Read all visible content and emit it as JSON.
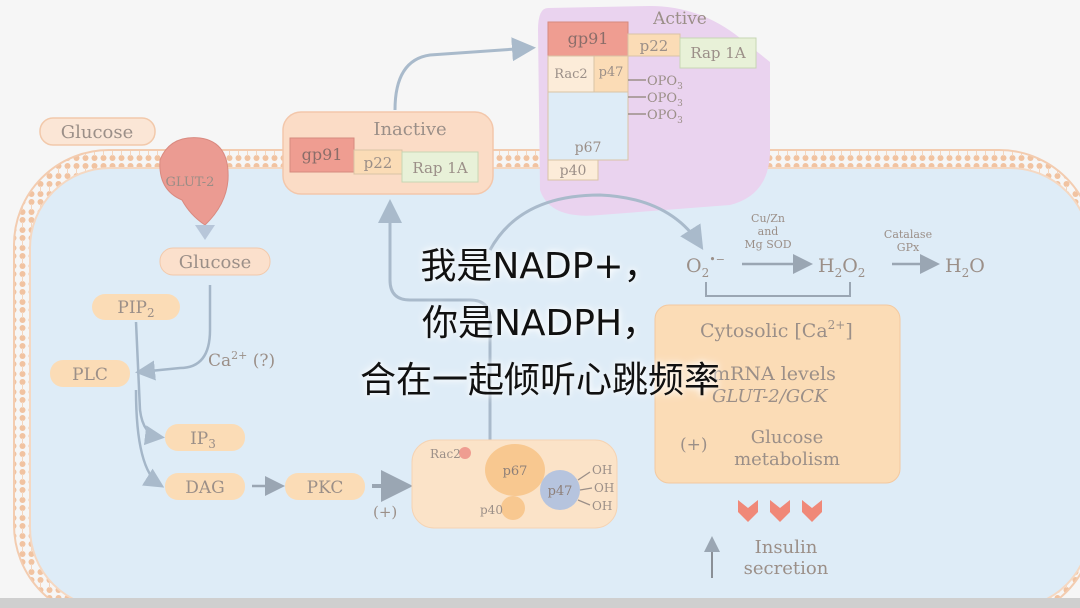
{
  "diagram": {
    "glucose_outside": "Glucose",
    "glut2": "GLUT-2",
    "glucose_inside": "Glucose",
    "pip2": "PIP",
    "pip2_sub": "2",
    "plc": "PLC",
    "calcium": "Ca",
    "calcium_sup": "2+",
    "calcium_q": " (?)",
    "ip3": "IP",
    "ip3_sub": "3",
    "dag": "DAG",
    "pkc": "PKC",
    "plus_lower": "(+)",
    "inactive": {
      "title": "Inactive",
      "gp91": "gp91",
      "p22": "p22",
      "rap1a": "Rap 1A"
    },
    "active": {
      "title": "Active",
      "gp91": "gp91",
      "p22": "p22",
      "rap1a": "Rap 1A",
      "rac2": "Rac2",
      "p47": "p47",
      "opo3": [
        "OPO",
        "OPO",
        "OPO"
      ],
      "opo3_sub": "3",
      "p67": "p67",
      "p40": "p40"
    },
    "cytosolic": {
      "rac2": "Rac2",
      "p67": "p67",
      "p47": "p47",
      "p40": "p40",
      "oh": [
        "OH",
        "OH",
        "OH"
      ]
    },
    "ros": {
      "superoxide": "O",
      "superoxide_sub": "2",
      "superoxide_sup": "•−",
      "enzyme1": [
        "Cu/Zn",
        "and",
        "Mg SOD"
      ],
      "h2o2": "H",
      "h2o2_sub1": "2",
      "h2o2_mid": "O",
      "h2o2_sub2": "2",
      "enzyme2": [
        "Catalase",
        "GPx"
      ],
      "water": "H",
      "water_sub": "2",
      "water_end": "O"
    },
    "effects": {
      "cytosolic_ca": "Cytosolic [Ca",
      "cytosolic_ca_sup": "2+",
      "cytosolic_ca_end": "]",
      "mrna": "mRNA levels",
      "genes": "GLUT-2/GCK",
      "plus": "(+)",
      "glucose_metab": [
        "Glucose",
        "metabolism"
      ]
    },
    "insulin": [
      "Insulin",
      "secretion"
    ]
  },
  "caption": {
    "lines": [
      "我是NADP+，",
      "你是NADPH，",
      "合在一起倾听心跳频率"
    ]
  },
  "colors": {
    "membrane": "#f3c8a6",
    "cell_fill": "#deecf7",
    "orange_node": "#fbdcb6",
    "red_node": "#f0a49a",
    "green_node": "#e8f1d8",
    "active_bg": "#ead3ef",
    "arrow": "#9ab0c4",
    "red_arrow": "#f08878"
  }
}
